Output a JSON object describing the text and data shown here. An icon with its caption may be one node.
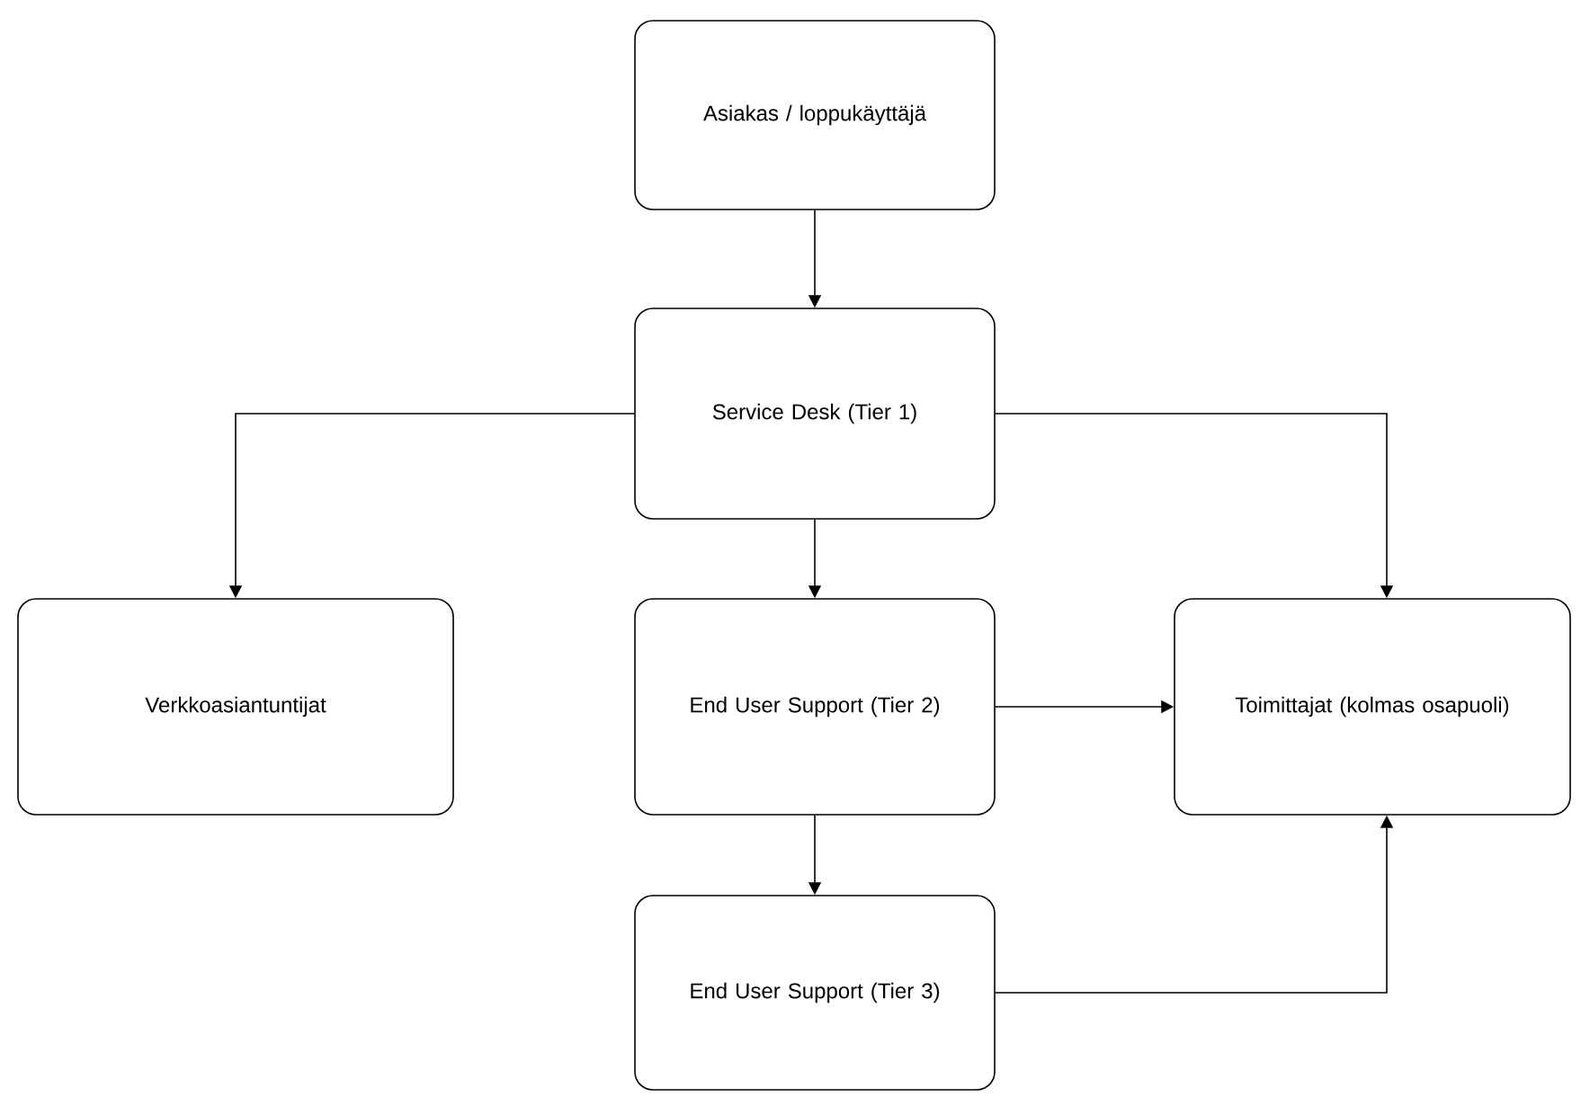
{
  "diagram": {
    "nodes": [
      {
        "text": [
          "Asiakas / loppukäyttäjä"
        ]
      },
      {
        "text": [
          "Service Desk (Tier 1)"
        ]
      },
      {
        "text": [
          "Verkkoasiantuntijat"
        ]
      },
      {
        "text": [
          "End User Support (Tier 2)"
        ]
      },
      {
        "text": [
          "Toimittajat (kolmas osapuoli)"
        ]
      },
      {
        "text": [
          "End User Support (Tier 3)"
        ]
      }
    ],
    "edges": [
      {
        "from": 0,
        "to": 1,
        "arrow": "to"
      },
      {
        "from": 1,
        "to": 2,
        "arrow": "to"
      },
      {
        "from": 1,
        "to": 3,
        "arrow": "to"
      },
      {
        "from": 1,
        "to": 4,
        "arrow": "to"
      },
      {
        "from": 3,
        "to": 4,
        "arrow": "to"
      },
      {
        "from": 3,
        "to": 5,
        "arrow": "to"
      },
      {
        "from": 5,
        "to": 4,
        "arrow": "to"
      }
    ]
  }
}
